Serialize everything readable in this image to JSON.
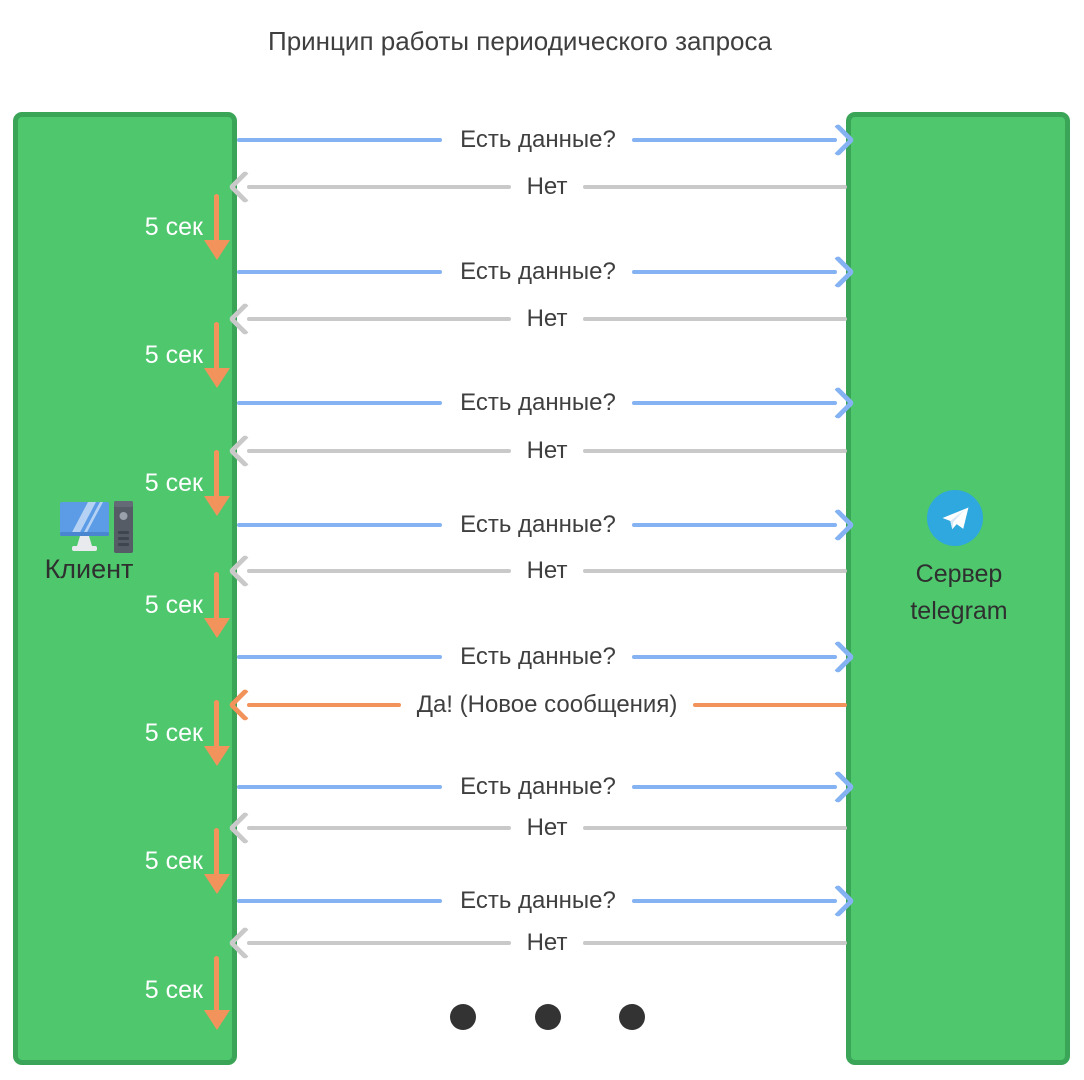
{
  "title": "Принцип работы периодического запроса",
  "client": {
    "label": "Клиент",
    "icon": "desktop-computer-icon"
  },
  "server": {
    "label_line1": "Сервер",
    "label_line2": "telegram",
    "icon": "telegram-plane-icon"
  },
  "interval": {
    "label": "5 сек",
    "icon": "arrow-down-icon",
    "count": 7
  },
  "exchanges": [
    {
      "request": "Есть данные?",
      "response": "Нет",
      "response_type": "no"
    },
    {
      "request": "Есть данные?",
      "response": "Нет",
      "response_type": "no"
    },
    {
      "request": "Есть данные?",
      "response": "Нет",
      "response_type": "no"
    },
    {
      "request": "Есть данные?",
      "response": "Нет",
      "response_type": "no"
    },
    {
      "request": "Есть данные?",
      "response": "Да! (Новое сообщения)",
      "response_type": "yes"
    },
    {
      "request": "Есть данные?",
      "response": "Нет",
      "response_type": "no"
    },
    {
      "request": "Есть данные?",
      "response": "Нет",
      "response_type": "no"
    }
  ],
  "ellipsis": {
    "icon": "dots-icon",
    "dot_count": 3
  },
  "colors": {
    "panel_fill": "#4ec76d",
    "panel_border": "#3aa457",
    "request_blue": "#85b2f3",
    "response_gray": "#c9c9c9",
    "accent_orange": "#f2935c",
    "text_dark": "#3f3f3f",
    "label_white": "#ffffff",
    "telegram_blue": "#2fa7df",
    "dot_dark": "#333333"
  }
}
